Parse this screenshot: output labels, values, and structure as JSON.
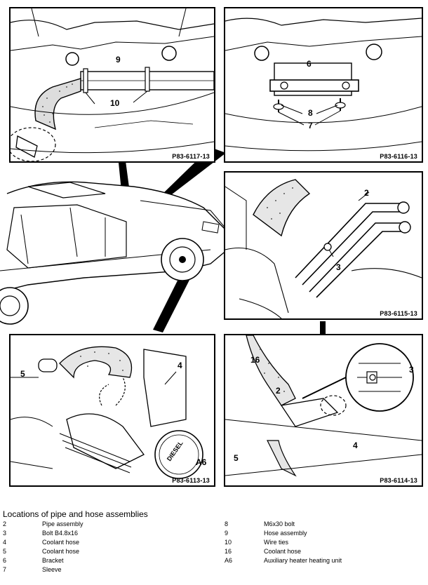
{
  "panels": {
    "top_left": {
      "code": "P83-6117-13",
      "callouts": [
        "9",
        "10"
      ]
    },
    "top_right": {
      "code": "P83-6116-13",
      "callouts": [
        "6",
        "8",
        "7"
      ]
    },
    "mid_right": {
      "code": "P83-6115-13",
      "callouts": [
        "2",
        "3"
      ]
    },
    "bottom_left": {
      "code": "P83-6113-13",
      "callouts": [
        "5",
        "4",
        "A6"
      ],
      "badge": "DIESEL"
    },
    "bottom_right": {
      "code": "P83-6114-13",
      "callouts": [
        "16",
        "3",
        "2",
        "4",
        "5"
      ]
    }
  },
  "legend": {
    "title": "Locations of pipe and hose assemblies",
    "items": [
      {
        "num": "2",
        "label": "Pipe assembly"
      },
      {
        "num": "3",
        "label": "Bolt B4.8x16"
      },
      {
        "num": "4",
        "label": "Coolant hose"
      },
      {
        "num": "5",
        "label": "Coolant hose"
      },
      {
        "num": "6",
        "label": "Bracket"
      },
      {
        "num": "7",
        "label": "Sleeve"
      },
      {
        "num": "8",
        "label": "M6x30 bolt"
      },
      {
        "num": "9",
        "label": "Hose assembly"
      },
      {
        "num": "10",
        "label": "Wire ties"
      },
      {
        "num": "16",
        "label": "Coolant hose"
      },
      {
        "num": "A6",
        "label": "Auxiliary heater heating unit"
      }
    ]
  }
}
